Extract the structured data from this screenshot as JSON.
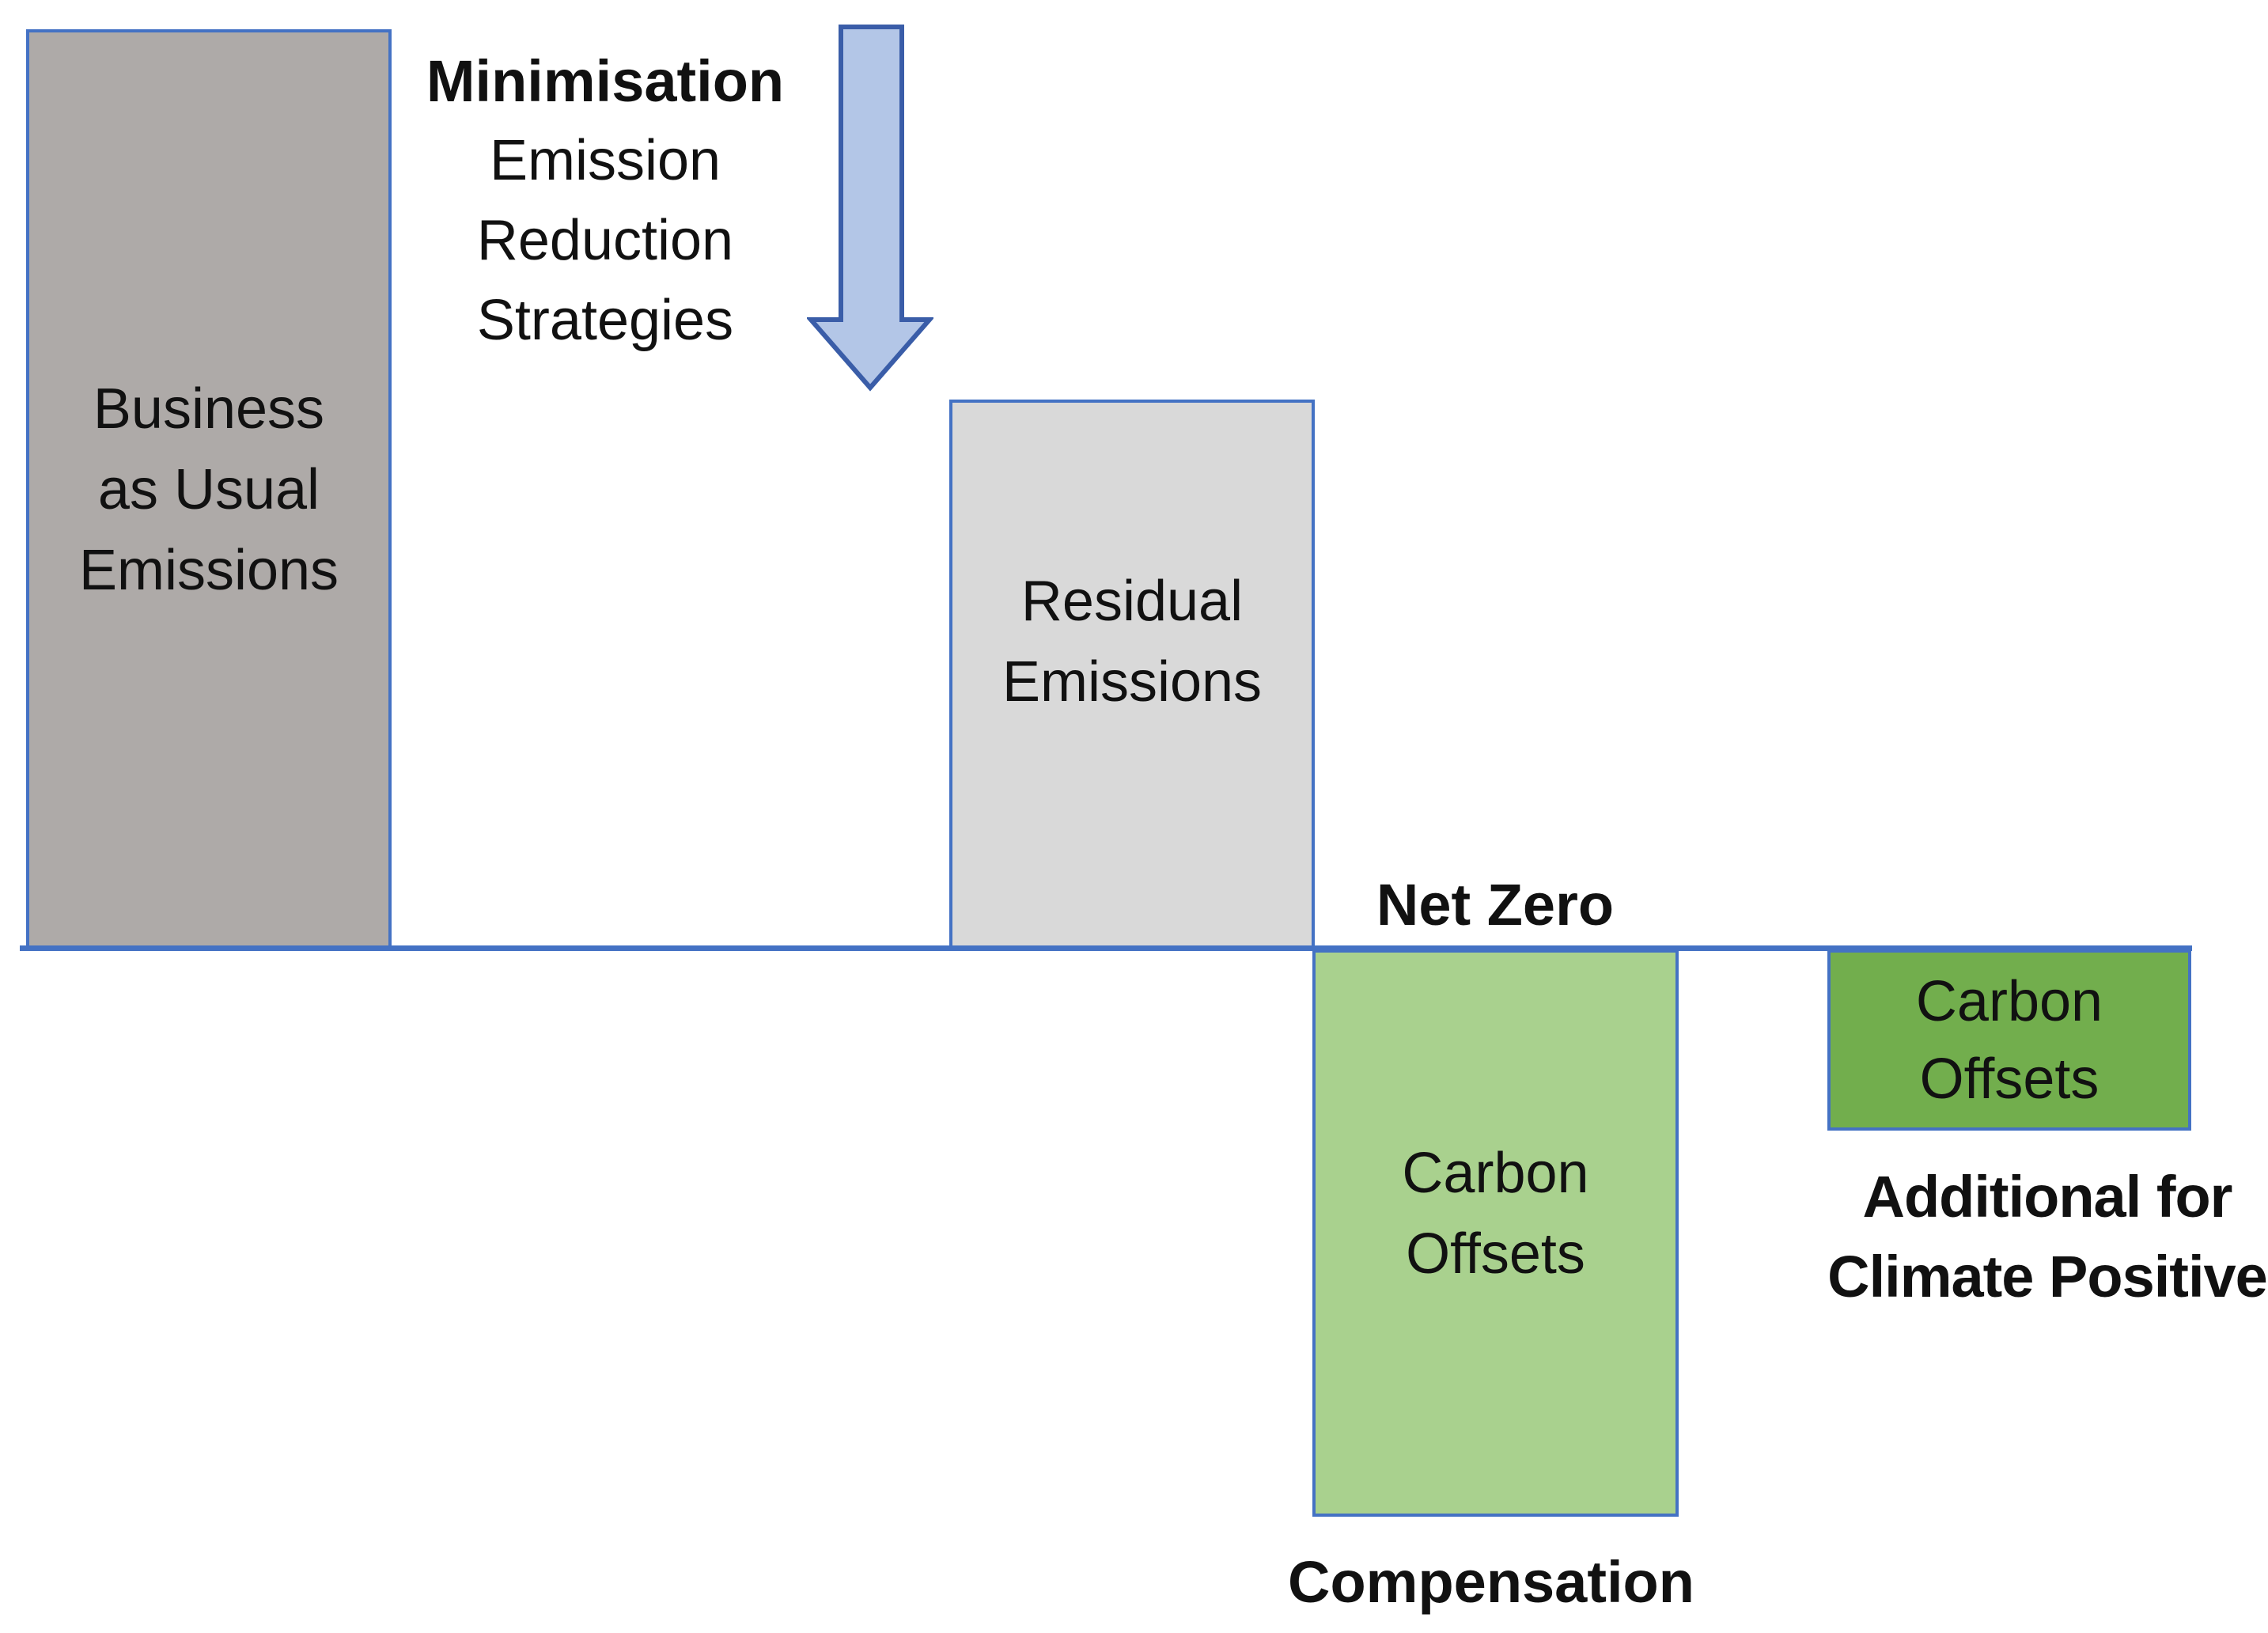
{
  "diagram": {
    "bars": {
      "business_as_usual": {
        "lines": [
          "Business",
          "as Usual",
          "Emissions"
        ],
        "fill": "#AEAAA8",
        "border": "#4472C4"
      },
      "residual": {
        "lines": [
          "Residual",
          "Emissions"
        ],
        "fill": "#D9D9D9",
        "border": "#4472C4"
      },
      "offsets_compensation": {
        "lines": [
          "Carbon",
          "Offsets"
        ],
        "fill": "#A9D18E",
        "border": "#4472C4"
      },
      "offsets_additional": {
        "lines": [
          "Carbon",
          "Offsets"
        ],
        "fill": "#72AE4D",
        "border": "#4472C4"
      }
    },
    "captions": {
      "minimisation_title": "Minimisation",
      "minimisation_lines": [
        "Emission",
        "Reduction",
        "Strategies"
      ],
      "net_zero": "Net Zero",
      "compensation": "Compensation",
      "additional_lines": [
        "Additional for",
        "Climate Positive"
      ]
    },
    "icons": {
      "down_arrow": {
        "name": "down-arrow-icon",
        "fill": "#B3C6E7",
        "stroke": "#3A5DA8"
      }
    },
    "colors": {
      "baseline": "#4472C4",
      "box_border": "#4472C4",
      "text": "#111111",
      "background": "#FFFFFF"
    }
  }
}
